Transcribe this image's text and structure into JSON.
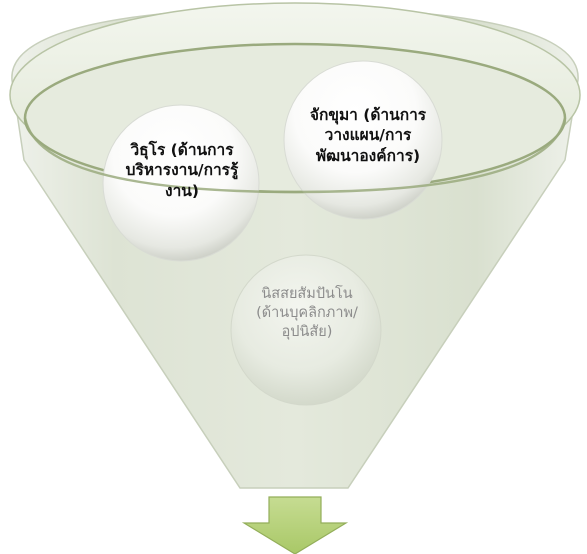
{
  "diagram": {
    "colors": {
      "funnel_fill": "#dfe6d6",
      "funnel_rim_stroke": "#9aaa7e",
      "circle_white": "#ffffff",
      "circle_shadow": "#c5c9bf",
      "arrow_fill": "#b9d47e",
      "arrow_stroke": "#93ae5a",
      "text_dark": "#111111",
      "text_faded": "#8c8c8c"
    },
    "items": [
      {
        "id": "wiriyo",
        "lines": [
          "วิธุโร (ด้านการ",
          "บริหารงาน/การรู้",
          "งาน)"
        ]
      },
      {
        "id": "jakkhuma",
        "lines": [
          "จักขุมา (ด้านการ",
          "วางแผน/การ",
          "พัฒนาองค์การ)"
        ]
      },
      {
        "id": "nissaya",
        "lines": [
          "นิสสยสัมปันโน",
          "(ด้านบุคลิกภาพ/",
          "อุปนิสัย)"
        ]
      }
    ],
    "arrow_icon": "down-arrow-icon"
  }
}
